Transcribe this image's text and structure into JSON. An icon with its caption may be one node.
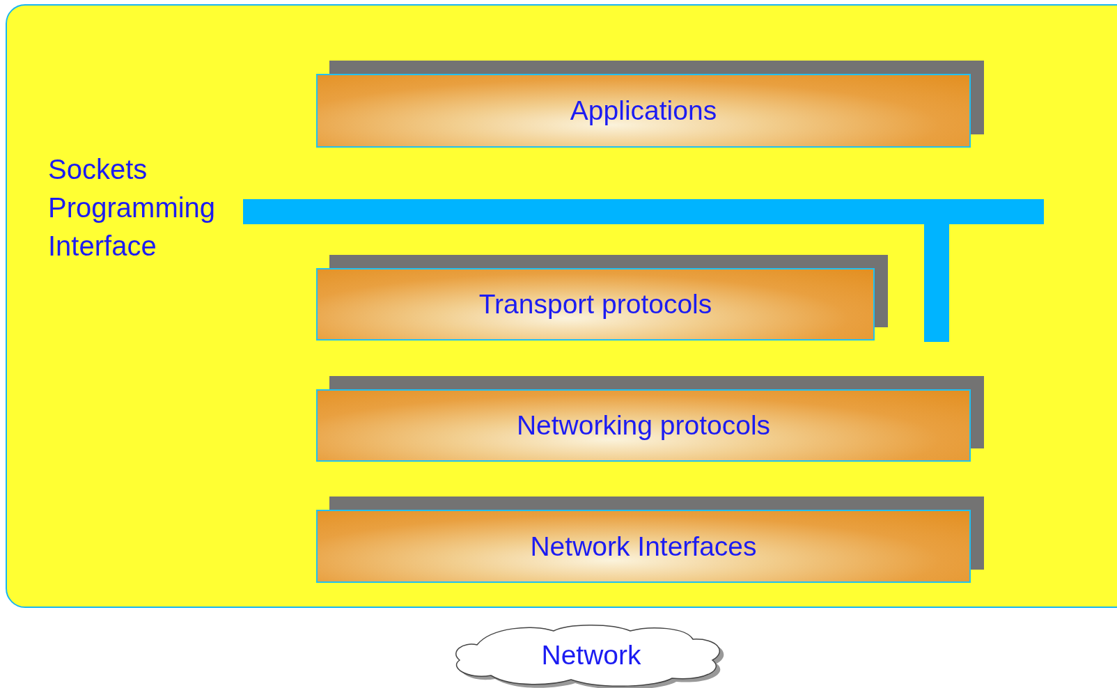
{
  "diagram": {
    "nodes": [
      {
        "text": [],
        "shape": "box"
      },
      {
        "text": [
          "Applications"
        ],
        "in": 0
      },
      {
        "text": [],
        "shape": "bar",
        "in": 0,
        "beside": [
          "Sockets Programming Interface"
        ]
      },
      {
        "text": [
          "Transport protocols"
        ],
        "in": 0
      },
      {
        "text": [
          "Networking protocols"
        ],
        "in": 0
      },
      {
        "text": [
          "Network Interfaces"
        ],
        "in": 0
      },
      {
        "text": [
          "Network"
        ]
      }
    ]
  }
}
